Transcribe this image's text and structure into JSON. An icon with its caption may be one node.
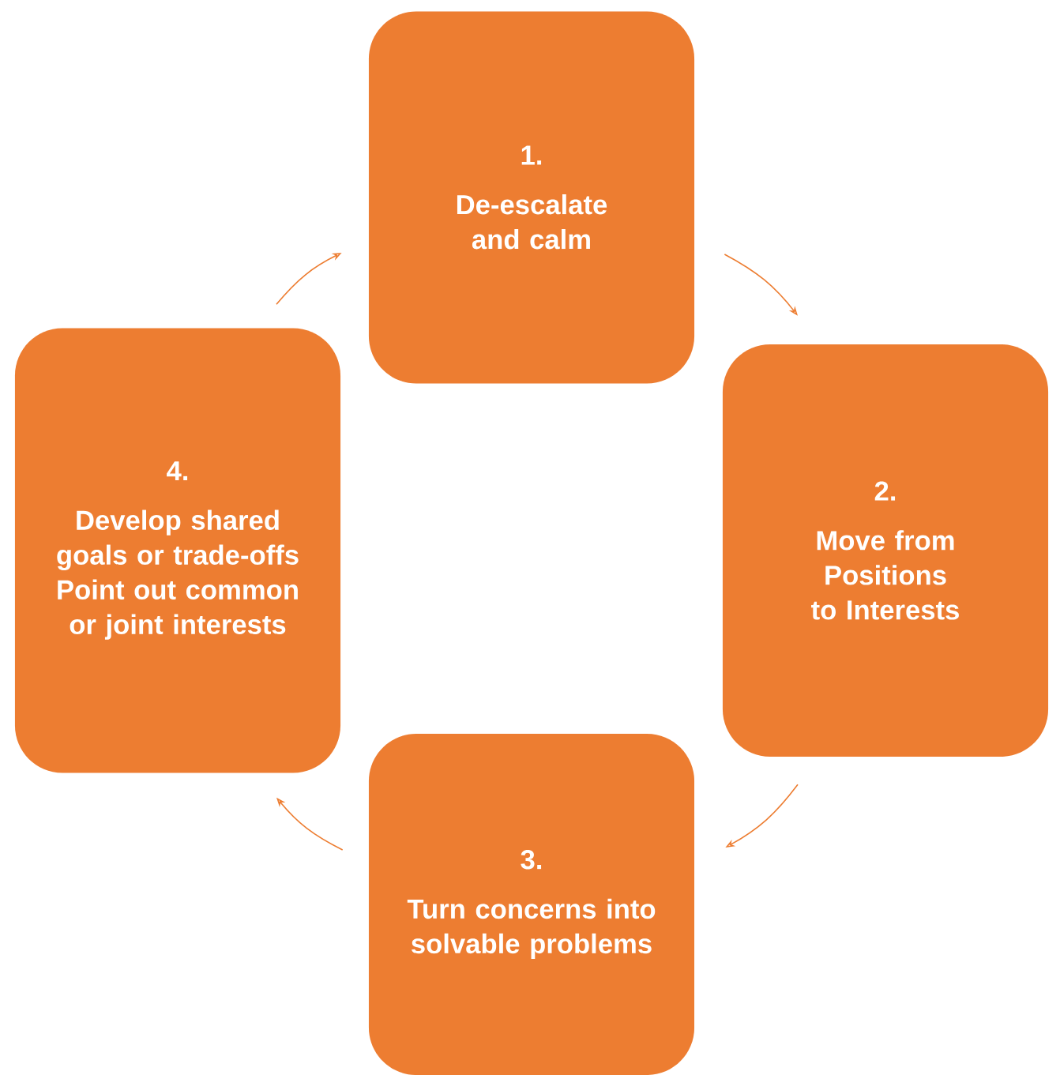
{
  "diagram": {
    "nodes": [
      {
        "text": [
          "1.",
          "De-escalate and calm"
        ]
      },
      {
        "text": [
          "2.",
          "Move from Positions to Interests"
        ]
      },
      {
        "text": [
          "3.",
          "Turn concerns into solvable problems"
        ]
      },
      {
        "text": [
          "4.",
          "Develop shared goals or trade-offs Point out common or joint interests"
        ]
      }
    ],
    "edges": [
      {
        "from": 0,
        "to": 1,
        "arrow": "to"
      },
      {
        "from": 1,
        "to": 2,
        "arrow": "to"
      },
      {
        "from": 2,
        "to": 3,
        "arrow": "to"
      },
      {
        "from": 3,
        "to": 0,
        "arrow": "to"
      }
    ]
  }
}
